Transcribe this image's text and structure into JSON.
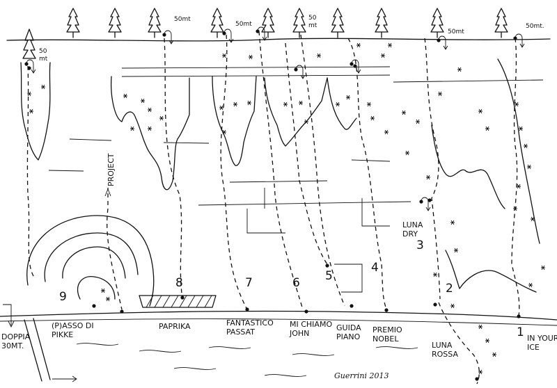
{
  "topo": {
    "project_label": "PROJECT",
    "anchors": [
      {
        "label": "50\nmt"
      },
      {
        "label": "50mt"
      },
      {
        "label": "50mt"
      },
      {
        "label": "50\nmt"
      },
      {
        "label": "50mt"
      },
      {
        "label": "50mt."
      }
    ],
    "routes": [
      {
        "number": "9",
        "name": "(P)ASSO DI\nPIKKE"
      },
      {
        "number": "8",
        "name": "PAPRIKA"
      },
      {
        "number": "7",
        "name": "FANTASTICO\nPASSAT"
      },
      {
        "number": "6",
        "name": "MI CHIAMO\nJOHN"
      },
      {
        "number": "5",
        "name": "GUIDA\nPIANO"
      },
      {
        "number": "4",
        "name": "PREMIO\nNOBEL"
      },
      {
        "number": "3",
        "name": "LUNA\nDRY"
      },
      {
        "number": "2",
        "name": "LUNA\nROSSA"
      },
      {
        "number": "1",
        "name": "IN YOUR\nICE"
      }
    ],
    "descent_label": "DOPPIA\n30MT.",
    "signature": "Guerrini 2013"
  }
}
